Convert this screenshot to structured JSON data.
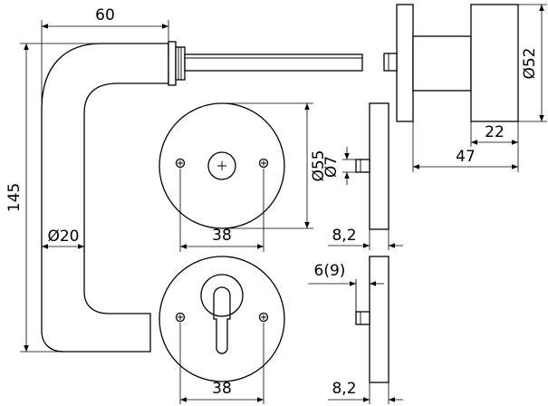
{
  "dimensions": {
    "handle_width": "60",
    "handle_height": "145",
    "grip_diameter": "Ø20",
    "rose_diameter": "Ø55",
    "spindle_hole_diameter": "Ø7",
    "screw_spacing_top": "38",
    "screw_spacing_bottom": "38",
    "rose_thickness_top": "8,2",
    "rose_thickness_bottom": "8,2",
    "pin_offset": "6(9)",
    "knob_diameter": "Ø52",
    "knob_depth": "22",
    "knob_total_length": "47"
  }
}
